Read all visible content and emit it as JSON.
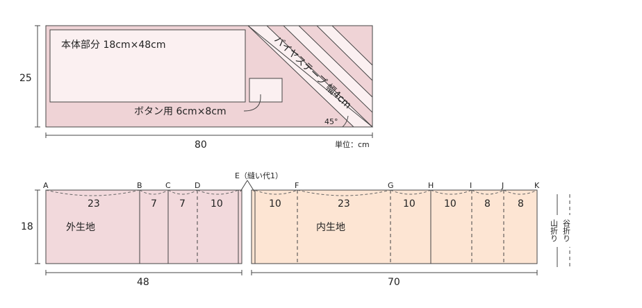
{
  "top": {
    "height_label": "25",
    "width_label": "80",
    "unit_label": "単位：cm",
    "body_part_label": "本体部分 18cm×48cm",
    "button_label": "ボタン用 6cm×8cm",
    "bias_label": "バイヤステープ 幅4cm",
    "angle_label": "45°"
  },
  "bottom": {
    "height_label": "18",
    "outer_width_label": "48",
    "inner_width_label": "70",
    "outer_label": "外生地",
    "inner_label": "内生地",
    "seam_note": "E（縫い代1）",
    "points": [
      "A",
      "B",
      "C",
      "D",
      "F",
      "G",
      "H",
      "I",
      "J",
      "K"
    ],
    "outer_segments": [
      "23",
      "7",
      "7",
      "10"
    ],
    "inner_segments": [
      "10",
      "23",
      "10",
      "10",
      "8",
      "8"
    ]
  },
  "legend": {
    "mountain_fold": "山折り",
    "valley_fold": "谷折り"
  },
  "colors": {
    "outer_fabric": "#f2d9dc",
    "top_fabric": "#efd3d6",
    "inner_fabric": "#fde5d3",
    "light_panel": "#fbf0f1",
    "line": "#444444"
  }
}
